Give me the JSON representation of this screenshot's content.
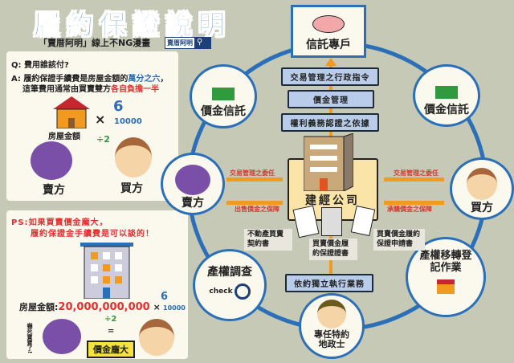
{
  "header": {
    "title": "履約保證說明",
    "subtitle": "「賣厝阿明」線上不NG漫畫",
    "search_label": "賣厝阿明",
    "search_icon": "search-icon"
  },
  "panel1": {
    "question": "Q: 費用誰該付?",
    "answer_prefix": "A: 履約保證手續費是房屋金額的",
    "answer_highlight": "萬分之六",
    "answer_suffix": "，",
    "line2_prefix": "這筆費用通常由買賣雙方",
    "line2_highlight": "各自負擔一半",
    "house_label": "房屋金額",
    "times": "×",
    "numerator": "6",
    "denominator": "10000",
    "divide": "÷2",
    "seller": "賣方",
    "buyer": "買方"
  },
  "panel2": {
    "line1": "PS:如果買賣價金龐大，",
    "line2": "履約保證金手續費是可以談的！",
    "amount_label": "房屋金額:",
    "amount": "20,000,000,000",
    "times": "×",
    "numerator": "6",
    "denominator": "10000",
    "divide": "÷2",
    "equals": "=",
    "result": "價金龐大",
    "speech": "嚇死寶寶了!"
  },
  "nodes": {
    "trust_account": "信託專戶",
    "escrow_left": "價金信託",
    "escrow_right": "價金信託",
    "seller": "賣方",
    "buyer": "買方",
    "transfer": "產權移轉登記作業",
    "title_search": "產權調查",
    "check": "check",
    "land_agent": "專任特約地政士",
    "company": "建經公司"
  },
  "center_labels": [
    "交易管理之行政指令",
    "價金管理",
    "權利義務認證之依據"
  ],
  "agent_label": "依約獨立執行業務",
  "arrows": {
    "seller_to_company": "交易管理之委任",
    "company_to_seller": "出售價金之保障",
    "buyer_to_company": "交易管理之委任",
    "company_to_buyer": "承購價金之保障"
  },
  "documents": {
    "contract": "不動產買賣契約書",
    "certificate": "買賣價金履約保證證書",
    "application": "買賣價金履約保證申請書"
  },
  "colors": {
    "blue": "#2a6fb8",
    "orange": "#f29a1f",
    "red": "#e23030",
    "label_bg": "#b9cdea"
  }
}
